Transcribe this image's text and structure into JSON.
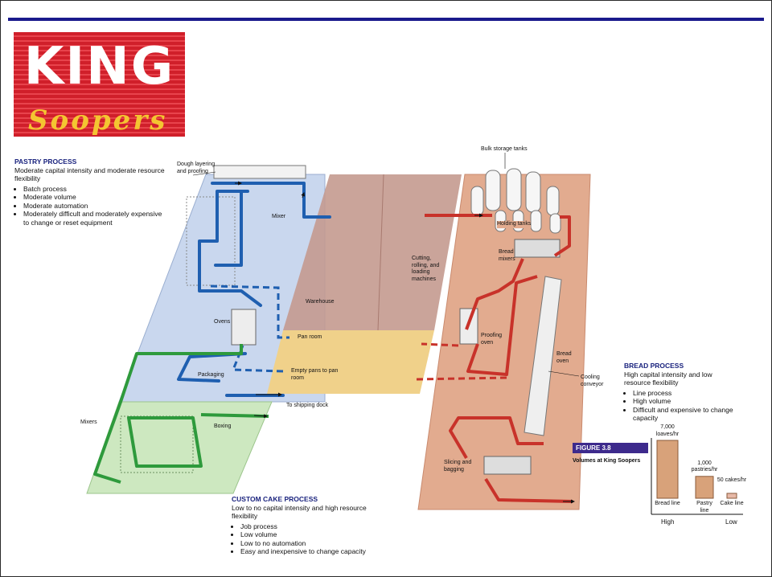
{
  "logo": {
    "line1": "KING",
    "line2": "Soopers"
  },
  "pastry": {
    "title": "PASTRY PROCESS",
    "desc": "Moderate capital intensity and moderate resource flexibility",
    "bullets": [
      "Batch process",
      "Moderate volume",
      "Moderate automation",
      "Moderately difficult and moderately expensive to change or reset equipment"
    ]
  },
  "bread": {
    "title": "BREAD PROCESS",
    "desc": "High capital intensity and low resource flexibility",
    "bullets": [
      "Line process",
      "High volume",
      "Difficult and expensive to change capacity"
    ]
  },
  "cake": {
    "title": "CUSTOM CAKE PROCESS",
    "desc": "Low to no capital intensity and high resource flexibility",
    "bullets": [
      "Job process",
      "Low volume",
      "Low to no automation",
      "Easy and inexpensive to change capacity"
    ]
  },
  "labels": {
    "dough_layering": "Dough layering and proofing",
    "mixer": "Mixer",
    "ovens": "Ovens",
    "packaging": "Packaging",
    "mixers": "Mixers",
    "boxing": "Boxing",
    "to_shipping": "To shipping dock",
    "warehouse": "Warehouse",
    "pan_room": "Pan room",
    "empty_pans": "Empty pans to pan room",
    "cutting": "Cutting, rolling, and loading machines",
    "bulk_storage": "Bulk storage tanks",
    "holding_tanks": "Holding tanks",
    "bread_mixers": "Bread mixers",
    "proofing_oven": "Proofing oven",
    "bread_oven": "Bread oven",
    "cooling_conveyor": "Cooling conveyor",
    "slicing": "Slicing and bagging"
  },
  "figure": {
    "number": "FIGURE 3.8",
    "caption": "Volumes at King Soopers"
  },
  "chart_data": {
    "type": "bar",
    "categories": [
      "Bread line",
      "Pastry line",
      "Cake line"
    ],
    "values": [
      7000,
      1000,
      50
    ],
    "data_labels": [
      "7,000 loaves/hr",
      "1,000 pastries/hr",
      "50 cakes/hr"
    ],
    "x_left_label": "High",
    "x_right_label": "Low"
  },
  "colors": {
    "blue_zone": "#c9d7ee",
    "green_zone": "#cde8c0",
    "warehouse": "#c49a8f",
    "panroom": "#f0d18a",
    "bread_zone": "#e2ab8f",
    "blue_flow": "#1f5fb0",
    "green_flow": "#2e9a3c",
    "red_flow": "#c8322a",
    "accent": "#1a1a8c"
  }
}
